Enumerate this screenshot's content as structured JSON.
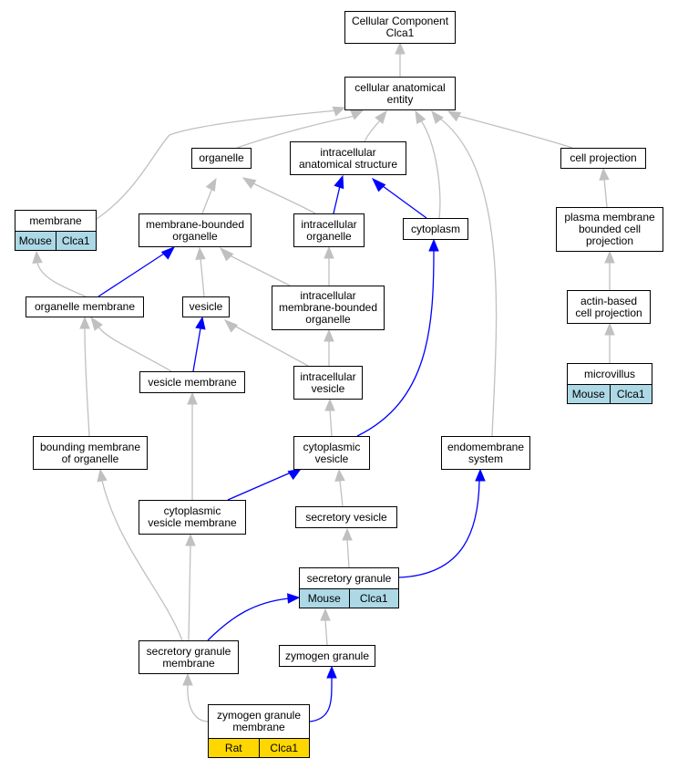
{
  "colors": {
    "gray_edge": "#c0c0c0",
    "blue_edge": "#0000ff",
    "mouse_tag": "#add8e6",
    "rat_tag": "#ffd700"
  },
  "nodes": {
    "root": {
      "label": "Cellular Component\nClca1"
    },
    "cae": {
      "label": "cellular anatomical\nentity"
    },
    "organelle": {
      "label": "organelle"
    },
    "ias": {
      "label": "intracellular\nanatomical structure"
    },
    "cellproj": {
      "label": "cell projection"
    },
    "membrane": {
      "label": "membrane",
      "tags": [
        "Mouse",
        "Clca1"
      ]
    },
    "mbo": {
      "label": "membrane-bounded\norganelle"
    },
    "intorg": {
      "label": "intracellular\norganelle"
    },
    "cytoplasm": {
      "label": "cytoplasm"
    },
    "pmbcp": {
      "label": "plasma membrane\nbounded cell\nprojection"
    },
    "orgmem": {
      "label": "organelle membrane"
    },
    "vesicle": {
      "label": "vesicle"
    },
    "imbo": {
      "label": "intracellular\nmembrane-bounded\norganelle"
    },
    "abcp": {
      "label": "actin-based\ncell projection"
    },
    "vesmem": {
      "label": "vesicle membrane"
    },
    "intves": {
      "label": "intracellular\nvesicle"
    },
    "microvillus": {
      "label": "microvillus",
      "tags": [
        "Mouse",
        "Clca1"
      ]
    },
    "bmo": {
      "label": "bounding membrane\nof organelle"
    },
    "cytves": {
      "label": "cytoplasmic\nvesicle"
    },
    "endosys": {
      "label": "endomembrane\nsystem"
    },
    "cvm": {
      "label": "cytoplasmic\nvesicle membrane"
    },
    "secves": {
      "label": "secretory vesicle"
    },
    "secgran": {
      "label": "secretory granule",
      "tags": [
        "Mouse",
        "Clca1"
      ]
    },
    "sgm": {
      "label": "secretory granule\nmembrane"
    },
    "zymgran": {
      "label": "zymogen granule"
    },
    "zgm": {
      "label": "zymogen granule\nmembrane",
      "tags": [
        "Rat",
        "Clca1"
      ],
      "tag_species": "rat"
    }
  },
  "edges": [
    {
      "from": "cae",
      "to": "root",
      "color": "gray"
    },
    {
      "from": "membrane",
      "to": "cae",
      "color": "gray"
    },
    {
      "from": "organelle",
      "to": "cae",
      "color": "gray"
    },
    {
      "from": "ias",
      "to": "cae",
      "color": "gray"
    },
    {
      "from": "cytoplasm",
      "to": "cae",
      "color": "gray"
    },
    {
      "from": "endosys",
      "to": "cae",
      "color": "gray"
    },
    {
      "from": "cellproj",
      "to": "cae",
      "color": "gray"
    },
    {
      "from": "mbo",
      "to": "organelle",
      "color": "gray"
    },
    {
      "from": "intorg",
      "to": "organelle",
      "color": "gray"
    },
    {
      "from": "intorg",
      "to": "ias",
      "color": "blue"
    },
    {
      "from": "cytoplasm",
      "to": "ias",
      "color": "blue"
    },
    {
      "from": "pmbcp",
      "to": "cellproj",
      "color": "gray"
    },
    {
      "from": "orgmem",
      "to": "membrane",
      "color": "gray"
    },
    {
      "from": "orgmem",
      "to": "mbo",
      "color": "blue"
    },
    {
      "from": "vesicle",
      "to": "mbo",
      "color": "gray"
    },
    {
      "from": "imbo",
      "to": "mbo",
      "color": "gray"
    },
    {
      "from": "imbo",
      "to": "intorg",
      "color": "gray"
    },
    {
      "from": "abcp",
      "to": "pmbcp",
      "color": "gray"
    },
    {
      "from": "vesmem",
      "to": "orgmem",
      "color": "gray"
    },
    {
      "from": "vesmem",
      "to": "vesicle",
      "color": "blue"
    },
    {
      "from": "intves",
      "to": "vesicle",
      "color": "gray"
    },
    {
      "from": "intves",
      "to": "imbo",
      "color": "gray"
    },
    {
      "from": "microvillus",
      "to": "abcp",
      "color": "gray"
    },
    {
      "from": "bmo",
      "to": "orgmem",
      "color": "gray"
    },
    {
      "from": "cytves",
      "to": "intves",
      "color": "gray"
    },
    {
      "from": "cytves",
      "to": "cytoplasm",
      "color": "blue"
    },
    {
      "from": "cvm",
      "to": "vesmem",
      "color": "gray"
    },
    {
      "from": "cvm",
      "to": "cytves",
      "color": "blue"
    },
    {
      "from": "secves",
      "to": "cytves",
      "color": "gray"
    },
    {
      "from": "secgran",
      "to": "secves",
      "color": "gray"
    },
    {
      "from": "secgran",
      "to": "endosys",
      "color": "blue"
    },
    {
      "from": "sgm",
      "to": "bmo",
      "color": "gray"
    },
    {
      "from": "sgm",
      "to": "cvm",
      "color": "gray"
    },
    {
      "from": "sgm",
      "to": "secgran",
      "color": "blue"
    },
    {
      "from": "zymgran",
      "to": "secgran",
      "color": "gray"
    },
    {
      "from": "zgm",
      "to": "sgm",
      "color": "gray"
    },
    {
      "from": "zgm",
      "to": "zymgran",
      "color": "blue"
    }
  ]
}
